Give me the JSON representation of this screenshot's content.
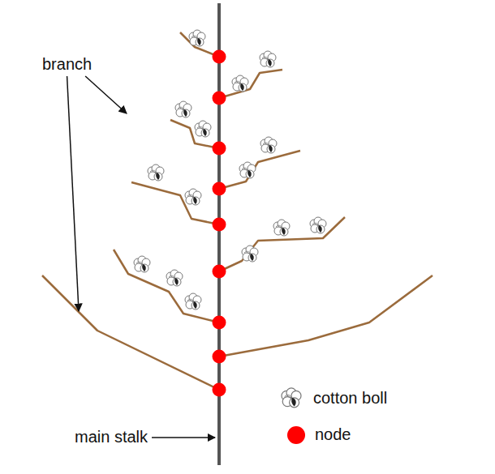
{
  "diagram": {
    "labels": [
      "branch",
      "main stalk"
    ],
    "legend": [
      {
        "text": "cotton boll"
      },
      {
        "text": "node",
        "color": "#ff0000"
      }
    ]
  }
}
